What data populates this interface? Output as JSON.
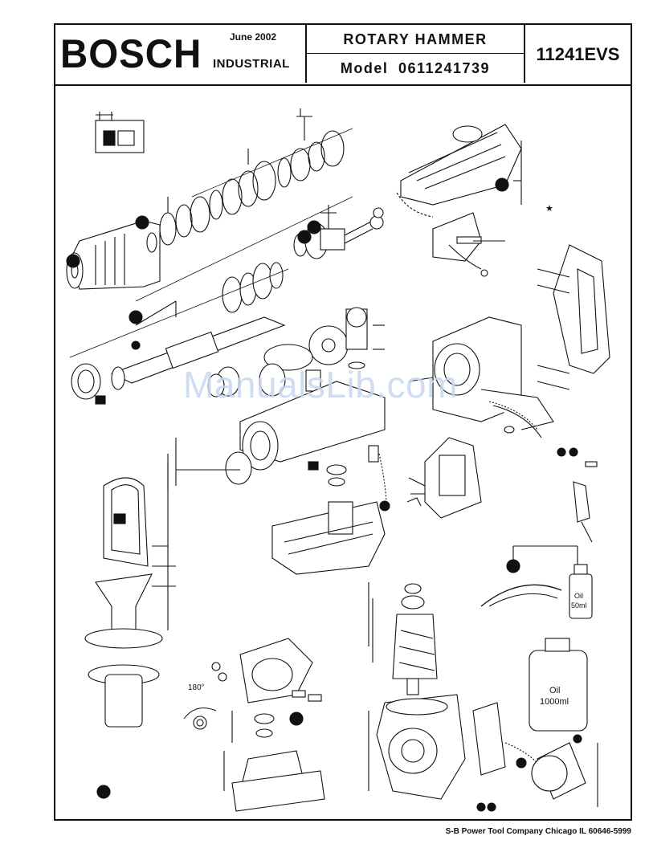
{
  "header": {
    "brand": "BOSCH",
    "date": "June 2002",
    "division": "INDUSTRIAL",
    "product_title": "ROTARY HAMMER",
    "model_label": "Model",
    "model_number": "0611241739",
    "product_number": "11241EVS"
  },
  "drawing": {
    "labels": {
      "angle": "180°",
      "small_bottle_line1": "Oil",
      "small_bottle_line2": "50ml",
      "large_bottle_line1": "Oil",
      "large_bottle_line2": "1000ml",
      "star_note": "★"
    }
  },
  "watermark": "ManualsLib.com",
  "footer": "S-B Power Tool Company  Chicago IL 60646-5999",
  "colors": {
    "ink": "#111111",
    "watermark": "#c8d8ee",
    "paper": "#ffffff"
  }
}
